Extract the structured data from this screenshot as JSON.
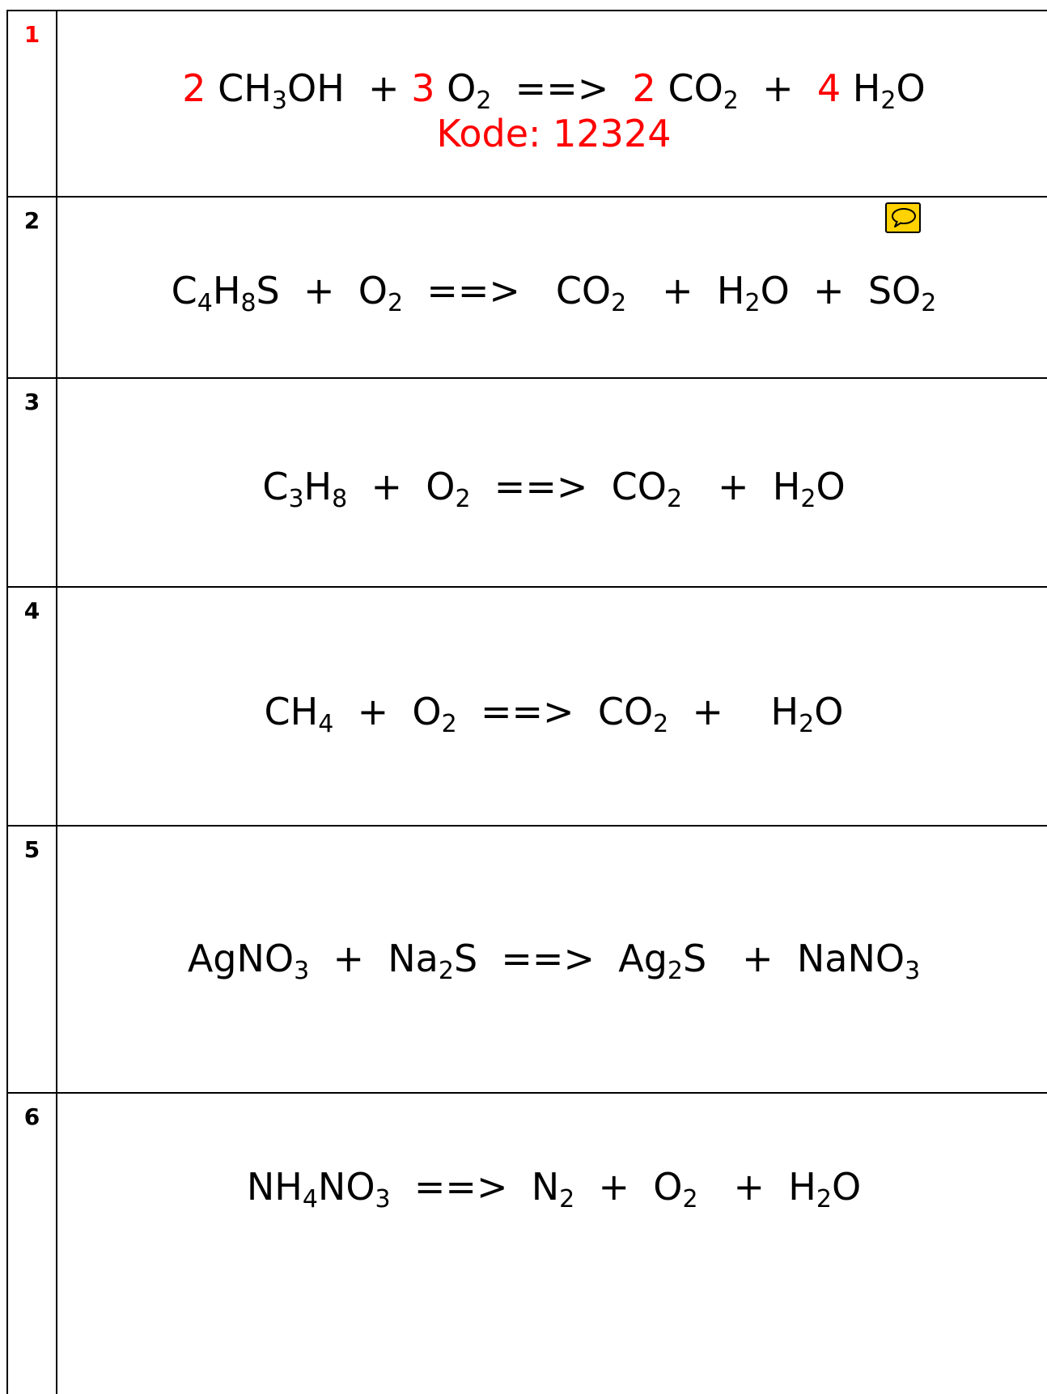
{
  "rows": [
    {
      "number": "1",
      "number_color": "#ff0000",
      "equation": [
        {
          "t": "2",
          "red": true
        },
        {
          "t": " CH"
        },
        {
          "t": "3",
          "sub": true
        },
        {
          "t": "OH  + "
        },
        {
          "t": "3",
          "red": true
        },
        {
          "t": " O"
        },
        {
          "t": "2",
          "sub": true
        },
        {
          "t": "  ==>  "
        },
        {
          "t": "2",
          "red": true
        },
        {
          "t": " CO"
        },
        {
          "t": "2",
          "sub": true
        },
        {
          "t": "  +  "
        },
        {
          "t": "4",
          "red": true
        },
        {
          "t": " H"
        },
        {
          "t": "2",
          "sub": true
        },
        {
          "t": "O"
        }
      ],
      "kode": "Kode: 12324"
    },
    {
      "number": "2",
      "comment_icon": "speech-bubble-icon",
      "equation": [
        {
          "t": "C"
        },
        {
          "t": "4",
          "sub": true
        },
        {
          "t": "H"
        },
        {
          "t": "8",
          "sub": true
        },
        {
          "t": "S  +  O"
        },
        {
          "t": "2",
          "sub": true
        },
        {
          "t": "  ==>   CO"
        },
        {
          "t": "2",
          "sub": true
        },
        {
          "t": "   +  H"
        },
        {
          "t": "2",
          "sub": true
        },
        {
          "t": "O  +  SO"
        },
        {
          "t": "2",
          "sub": true
        }
      ]
    },
    {
      "number": "3",
      "equation": [
        {
          "t": "C"
        },
        {
          "t": "3",
          "sub": true
        },
        {
          "t": "H"
        },
        {
          "t": "8",
          "sub": true
        },
        {
          "t": "  +  O"
        },
        {
          "t": "2",
          "sub": true
        },
        {
          "t": "  ==>  CO"
        },
        {
          "t": "2",
          "sub": true
        },
        {
          "t": "   +  H"
        },
        {
          "t": "2",
          "sub": true
        },
        {
          "t": "O"
        }
      ]
    },
    {
      "number": "4",
      "equation": [
        {
          "t": "CH"
        },
        {
          "t": "4",
          "sub": true
        },
        {
          "t": "  +  O"
        },
        {
          "t": "2",
          "sub": true
        },
        {
          "t": "  ==>  CO"
        },
        {
          "t": "2",
          "sub": true
        },
        {
          "t": "  +    H"
        },
        {
          "t": "2",
          "sub": true
        },
        {
          "t": "O"
        }
      ]
    },
    {
      "number": "5",
      "equation": [
        {
          "t": "AgNO"
        },
        {
          "t": "3",
          "sub": true
        },
        {
          "t": "  +  Na"
        },
        {
          "t": "2",
          "sub": true
        },
        {
          "t": "S  ==>  Ag"
        },
        {
          "t": "2",
          "sub": true
        },
        {
          "t": "S   +  NaNO"
        },
        {
          "t": "3",
          "sub": true
        }
      ]
    },
    {
      "number": "6",
      "equation": [
        {
          "t": "NH"
        },
        {
          "t": "4",
          "sub": true
        },
        {
          "t": "NO"
        },
        {
          "t": "3",
          "sub": true
        },
        {
          "t": "  ==>  N"
        },
        {
          "t": "2",
          "sub": true
        },
        {
          "t": "  +  O"
        },
        {
          "t": "2",
          "sub": true
        },
        {
          "t": "   +  H"
        },
        {
          "t": "2",
          "sub": true
        },
        {
          "t": "O"
        }
      ]
    }
  ]
}
